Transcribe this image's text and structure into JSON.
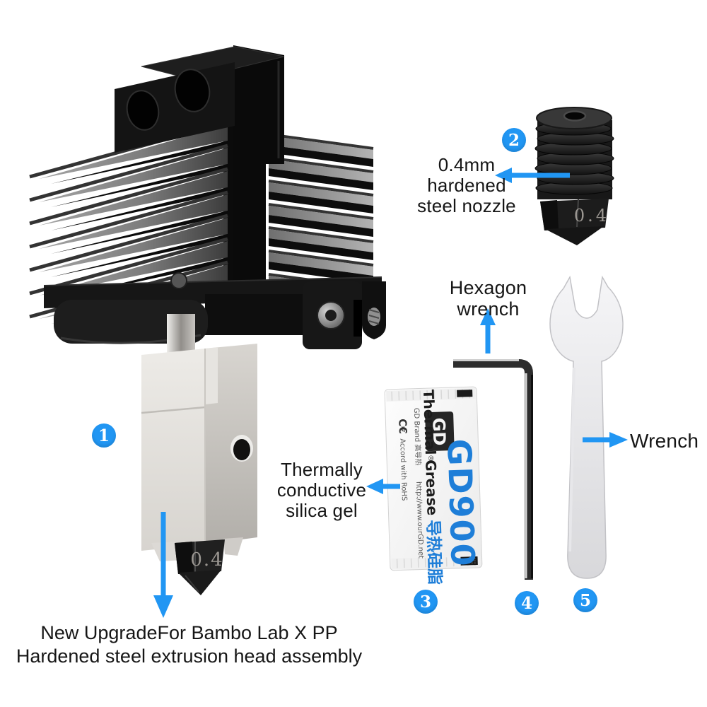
{
  "colors": {
    "accent": "#2196f3"
  },
  "markers": {
    "m1": "1",
    "m2": "2",
    "m3": "3",
    "m4": "4",
    "m5": "5"
  },
  "callouts": {
    "spare_nozzle": {
      "line1": "0.4mm",
      "line2": "hardened",
      "line3": "steel nozzle"
    },
    "hexagon_wrench": {
      "line1": "Hexagon",
      "line2": "wrench"
    },
    "wrench": {
      "label": "Wrench"
    },
    "silica_gel": {
      "line1": "Thermally",
      "line2": "conductive",
      "line3": "silica gel"
    }
  },
  "caption": {
    "line1": "New UpgradeFor Bambo Lab X PP",
    "line2": "Hardened steel extrusion head assembly"
  },
  "engravings": {
    "main_nozzle": "0.4",
    "spare_nozzle": "0.4"
  },
  "grease_packet": {
    "logo": "GD",
    "reg": "®",
    "name": "GD900",
    "type_en": "Thermal Grease",
    "type_cn": "导热硅脂",
    "brand": "GD Brand 高导热",
    "ce": "C€",
    "rohs": "Accord with RoHS",
    "url": "http://www.ourGD.net"
  }
}
